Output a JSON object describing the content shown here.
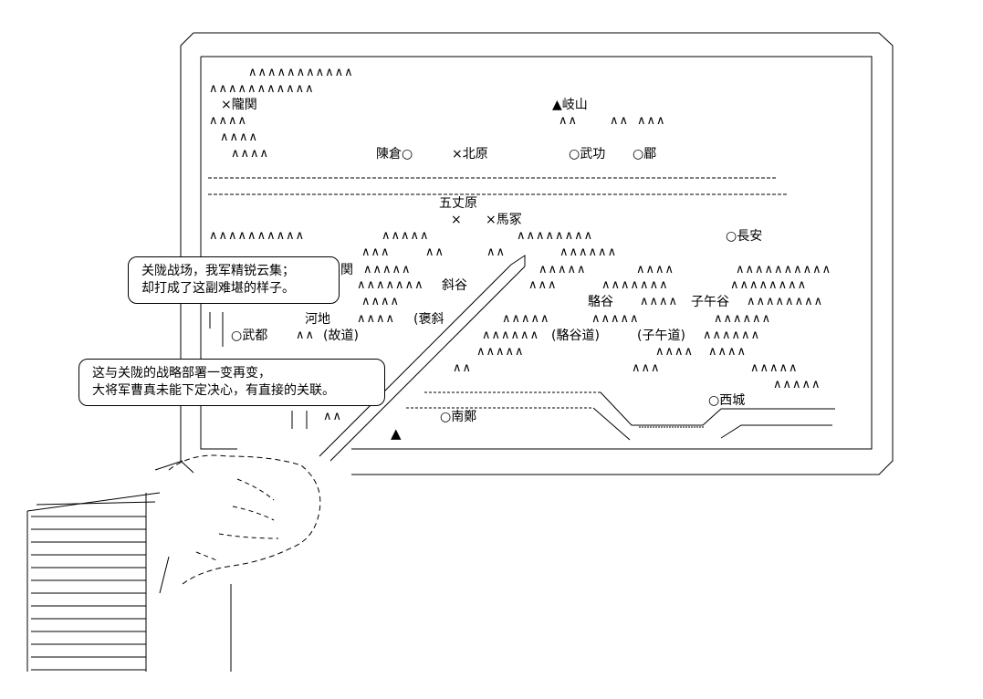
{
  "bubbles": {
    "top": {
      "line1": "关陇战场，我军精锐云集；",
      "line2": "却打成了这副难堪的样子。"
    },
    "bottom": {
      "line1": "这与关陇的战略部署一变再变，",
      "line2": "大将军曹真未能下定决心，有直接的关联。"
    }
  },
  "places": {
    "longguan": "×隴関",
    "qishan": "▲岐山",
    "chencang": "陳倉○",
    "beiyuan": "×北原",
    "wugong": "○武功",
    "mei": "○郿",
    "wuzhangyuan": "五丈原",
    "majia": "×馬冢",
    "changan": "○長安",
    "guan": "関",
    "xiegu": "斜谷",
    "luogu": "駱谷",
    "ziwugu": "子午谷",
    "hedi": "河地",
    "baoxie": "(褒斜",
    "wudu": "○武都",
    "gudao": "(故道)",
    "luogudao": "(駱谷道)",
    "ziwudao": "(子午道)",
    "xicheng": "○西城",
    "nanzheng": "○南鄭",
    "triangle": "▲"
  },
  "marks": {
    "cross": "×",
    "mountain_glyph": "∧"
  }
}
